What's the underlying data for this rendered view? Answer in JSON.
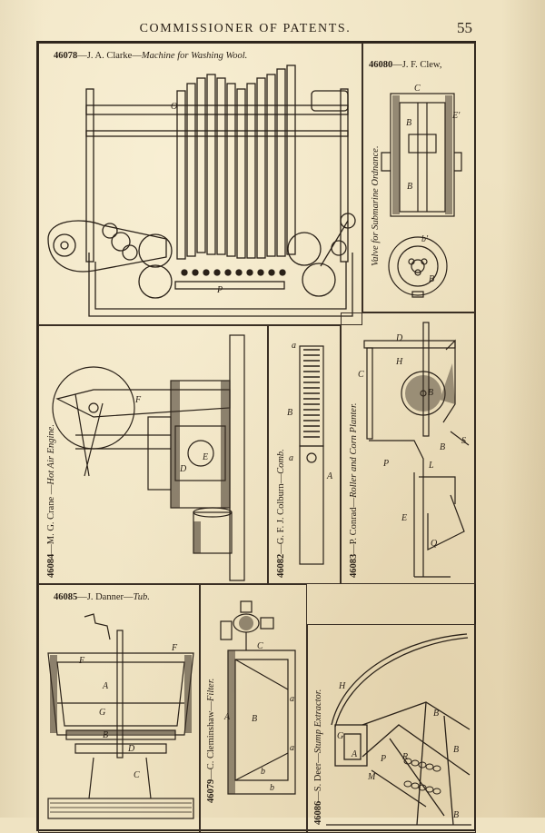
{
  "header": {
    "title": "COMMISSIONER OF PATENTS.",
    "page_number": "55"
  },
  "patents": [
    {
      "number": "46078",
      "inventor": "J. A. Clarke",
      "title": "Machine for Washing Wool."
    },
    {
      "number": "46080",
      "inventor": "J. F. Clew,",
      "title": "Valve for Submarine Ordnance."
    },
    {
      "number": "46084",
      "inventor": "M. G. Crane",
      "title": "Hot Air Engine."
    },
    {
      "number": "46082",
      "inventor": "G. F. J. Colburn",
      "title": "Comb."
    },
    {
      "number": "46083",
      "inventor": "P. Conrad",
      "title": "Roller and Corn Planter."
    },
    {
      "number": "46085",
      "inventor": "J. Danner",
      "title": "Tub."
    },
    {
      "number": "46079",
      "inventor": "C. Cleminshaw",
      "title": "Filter."
    },
    {
      "number": "46086",
      "inventor": "S. Deer",
      "title": "Stump Extractor."
    }
  ],
  "figure_letters": {
    "wool_washer": [
      "O",
      "P"
    ],
    "valve": [
      "C",
      "E'",
      "B",
      "B",
      "b'",
      "B"
    ],
    "engine": [
      "F",
      "D",
      "E"
    ],
    "comb": [
      "a",
      "B",
      "A",
      "a"
    ],
    "planter": [
      "D",
      "H",
      "C",
      "B",
      "B",
      "P",
      "L",
      "E",
      "Q",
      "S"
    ],
    "tub": [
      "F",
      "F",
      "A",
      "G",
      "B",
      "D",
      "C"
    ],
    "filter": [
      "A",
      "B",
      "C",
      "a",
      "a",
      "b",
      "b"
    ],
    "stump": [
      "H",
      "G",
      "A",
      "P",
      "B",
      "B",
      "M",
      "R",
      "B"
    ]
  }
}
